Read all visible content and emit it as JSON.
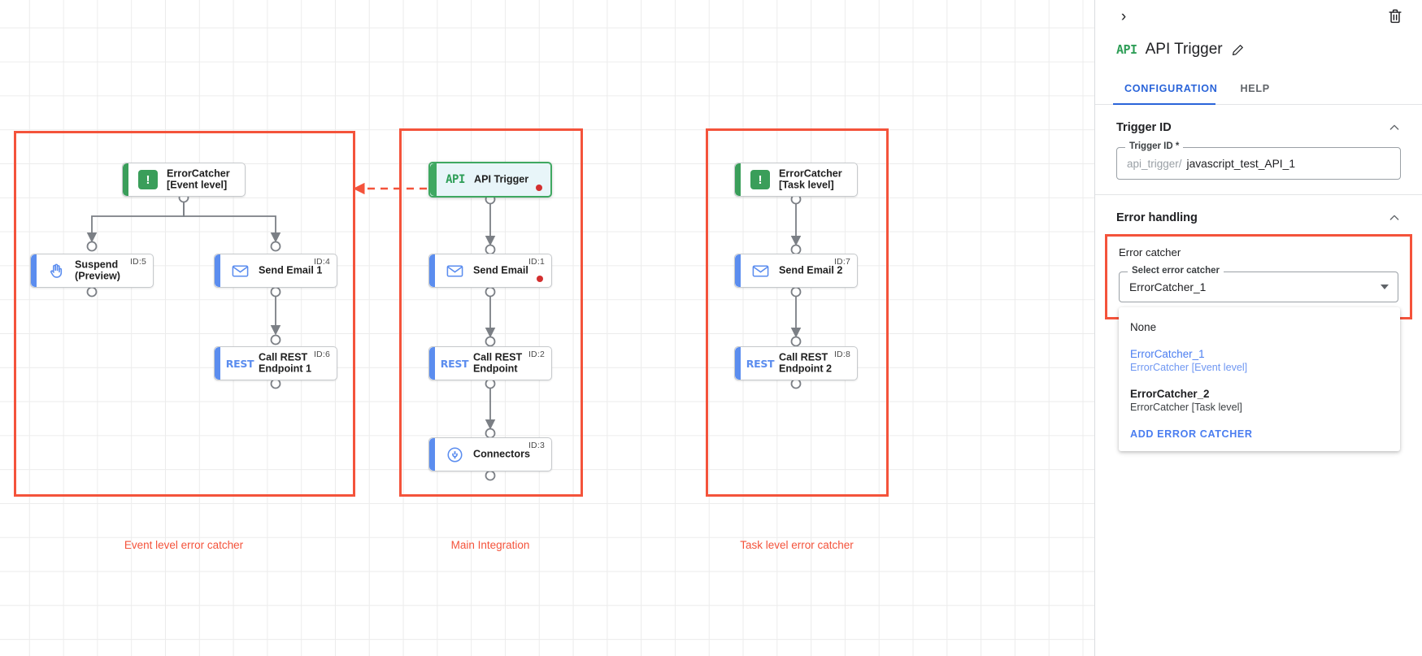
{
  "canvas": {
    "groups": [
      {
        "id": "event-level",
        "label": "Event level error catcher"
      },
      {
        "id": "main",
        "label": "Main Integration"
      },
      {
        "id": "task-level",
        "label": "Task level error catcher"
      }
    ],
    "nodes": [
      {
        "key": "errorcatcher_event",
        "label": "ErrorCatcher\n[Event level]",
        "icon": "error-catcher-icon",
        "id_badge": "",
        "accent": "green",
        "selected": false,
        "dot": false
      },
      {
        "key": "suspend",
        "label": "Suspend\n(Preview)",
        "icon": "hand-icon",
        "id_badge": "ID:5",
        "accent": "blue",
        "selected": false,
        "dot": false
      },
      {
        "key": "send_email_1",
        "label": "Send Email 1",
        "icon": "envelope-icon",
        "id_badge": "ID:4",
        "accent": "blue",
        "selected": false,
        "dot": false
      },
      {
        "key": "call_rest_1",
        "label": "Call REST\nEndpoint 1",
        "icon": "rest-icon",
        "id_badge": "ID:6",
        "accent": "blue",
        "selected": false,
        "dot": false
      },
      {
        "key": "api_trigger",
        "label": "API Trigger",
        "icon": "api-icon",
        "id_badge": "",
        "accent": "green",
        "selected": true,
        "dot": true
      },
      {
        "key": "send_email",
        "label": "Send Email",
        "icon": "envelope-icon",
        "id_badge": "ID:1",
        "accent": "blue",
        "selected": false,
        "dot": true
      },
      {
        "key": "call_rest",
        "label": "Call REST\nEndpoint",
        "icon": "rest-icon",
        "id_badge": "ID:2",
        "accent": "blue",
        "selected": false,
        "dot": false
      },
      {
        "key": "connectors",
        "label": "Connectors",
        "icon": "connectors-icon",
        "id_badge": "ID:3",
        "accent": "blue",
        "selected": false,
        "dot": false
      },
      {
        "key": "errorcatcher_task",
        "label": "ErrorCatcher\n[Task level]",
        "icon": "error-catcher-icon",
        "id_badge": "",
        "accent": "green",
        "selected": false,
        "dot": false
      },
      {
        "key": "send_email_2",
        "label": "Send Email 2",
        "icon": "envelope-icon",
        "id_badge": "ID:7",
        "accent": "blue",
        "selected": false,
        "dot": false
      },
      {
        "key": "call_rest_2",
        "label": "Call REST\nEndpoint 2",
        "icon": "rest-icon",
        "id_badge": "ID:8",
        "accent": "blue",
        "selected": false,
        "dot": false
      }
    ],
    "glyphs": {
      "api_text": "API",
      "rest_text": "REST",
      "error_catcher_text": "!"
    },
    "colors": {
      "group_border": "#f4533b",
      "group_label": "#f4533b",
      "node_accent_blue": "#5b8def",
      "node_accent_green": "#3a9e5a",
      "selected_fill": "#e8f5f9",
      "selected_border": "#3fa861",
      "status_dot": "#d32f2f",
      "wire": "#7b7f85"
    }
  },
  "panel": {
    "header": {
      "expand_icon": "chevron-right-icon",
      "delete_icon": "trash-icon",
      "badge_text": "API",
      "title": "API Trigger",
      "edit_icon": "pencil-icon"
    },
    "tabs": [
      {
        "key": "configuration",
        "label": "CONFIGURATION",
        "active": true
      },
      {
        "key": "help",
        "label": "HELP",
        "active": false
      }
    ],
    "trigger_id_section": {
      "title": "Trigger ID",
      "collapse_icon": "chevron-up-icon",
      "field_label": "Trigger ID *",
      "prefix": "api_trigger/",
      "value": "javascript_test_API_1"
    },
    "error_handling_section": {
      "title": "Error handling",
      "collapse_icon": "chevron-up-icon",
      "error_catcher_heading": "Error catcher",
      "select_label": "Select error catcher",
      "selected_value": "ErrorCatcher_1",
      "caret_icon": "chevron-down-icon",
      "dropdown": {
        "open": true,
        "options": [
          {
            "line1": "None",
            "line2": "",
            "selected": false,
            "strong": false
          },
          {
            "line1": "ErrorCatcher_1",
            "line2": "ErrorCatcher [Event level]",
            "selected": true,
            "strong": false
          },
          {
            "line1": "ErrorCatcher_2",
            "line2": "ErrorCatcher [Task level]",
            "selected": false,
            "strong": true
          }
        ],
        "action_label": "ADD ERROR CATCHER"
      }
    },
    "colors": {
      "accent_blue": "#2a64d9",
      "link_blue": "#4a7df0",
      "alert_red": "#f4533b"
    }
  }
}
